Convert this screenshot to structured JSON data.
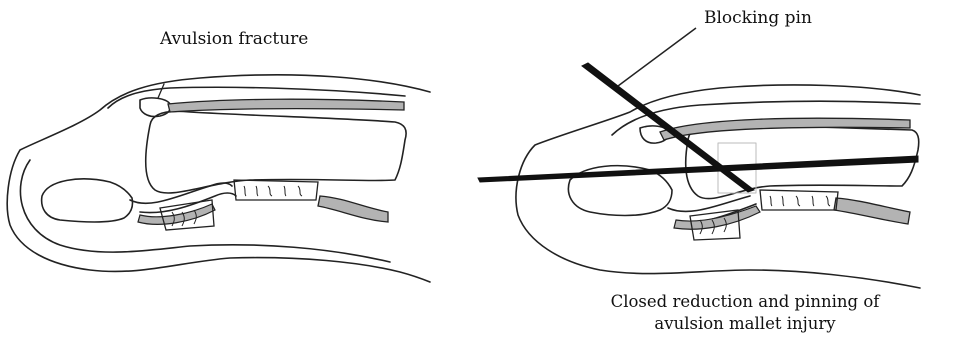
{
  "labels": {
    "left_annotation": "Avulsion fracture",
    "right_annotation": "Blocking pin"
  },
  "caption": {
    "line1": "Closed reduction and pinning of",
    "line2": "avulsion mallet injury"
  },
  "colors": {
    "outline": "#222222",
    "tendon_fill": "#b3b3b3",
    "pin": "#111111",
    "background": "#ffffff"
  }
}
